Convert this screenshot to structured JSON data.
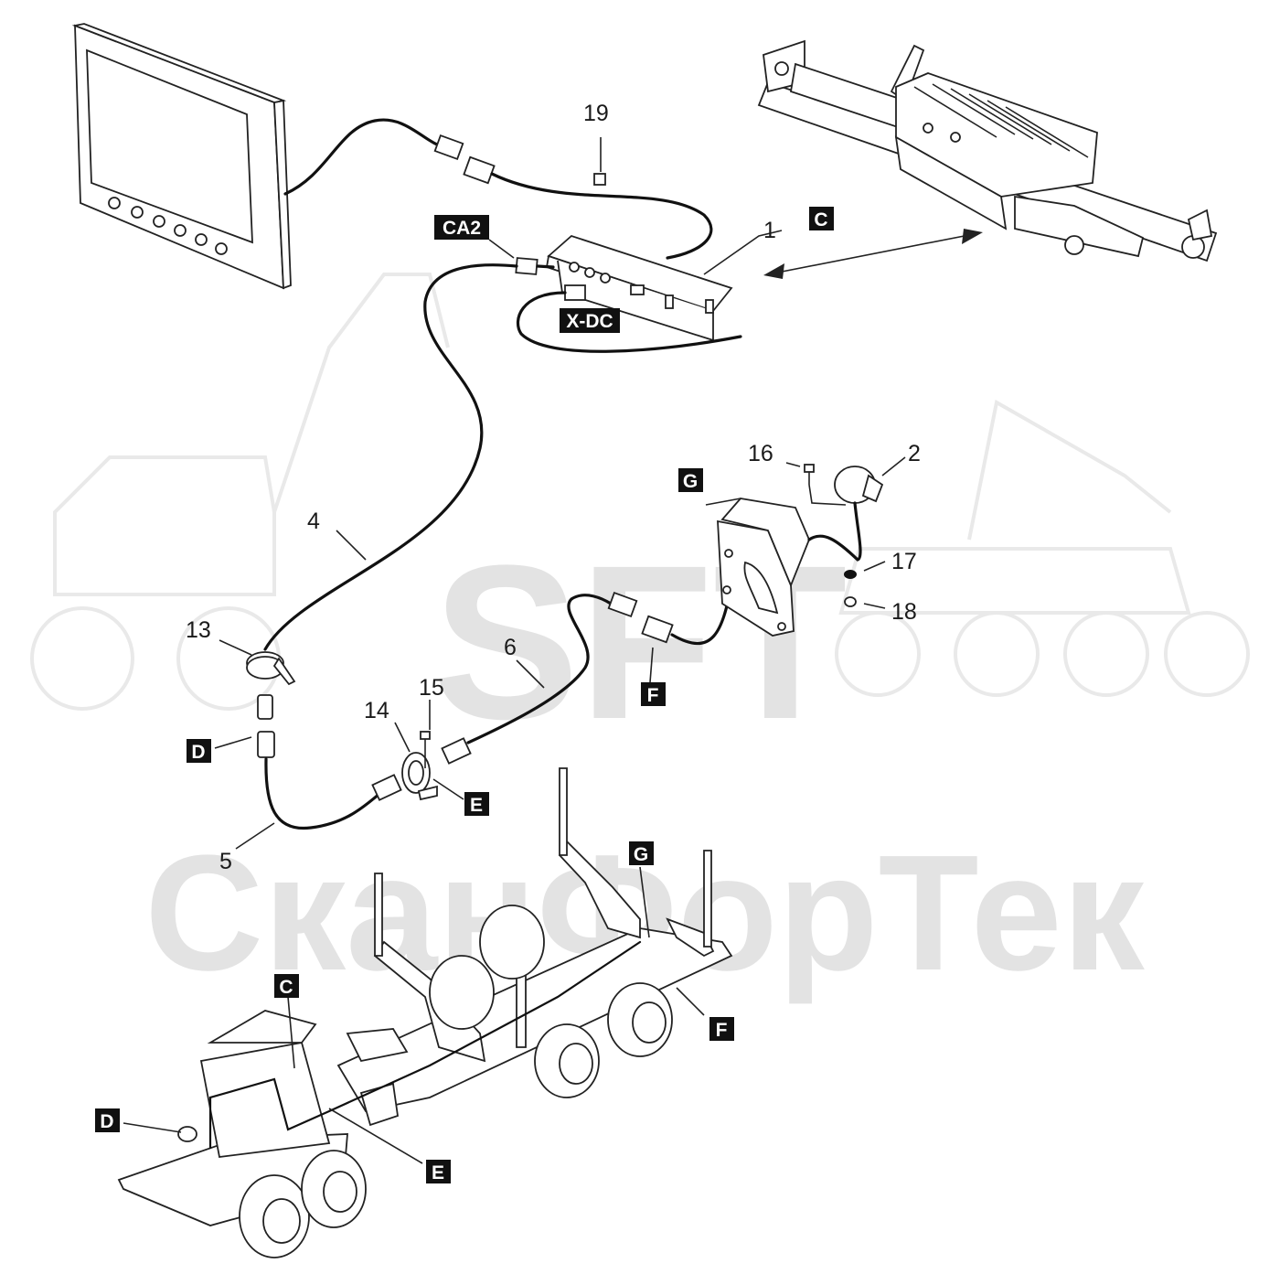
{
  "watermark": {
    "logo": "SFT",
    "company": "СканФорТек"
  },
  "part_numbers": [
    "19",
    "1",
    "2",
    "16",
    "17",
    "18",
    "4",
    "6",
    "13",
    "14",
    "15",
    "5"
  ],
  "tags": {
    "CA2": "CA2",
    "XDC": "X-DC",
    "C": "C",
    "G": "G",
    "F": "F",
    "D": "D",
    "E": "E"
  }
}
